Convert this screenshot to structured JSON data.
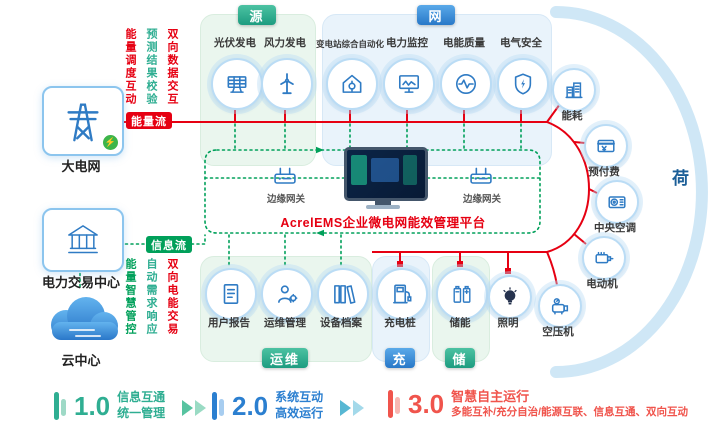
{
  "title": "AcrelEMS企业微电网能效管理平台",
  "colors": {
    "energy_flow": "#e60012",
    "info_flow": "#00a05a",
    "source_green": "#1d9c80",
    "grid_blue": "#2878c8",
    "load_blue": "#1b5e97"
  },
  "flows": {
    "energy": "能量流",
    "info": "信息流"
  },
  "icons": {
    "bolt": "⚡"
  },
  "left": {
    "main_grid": "大电网",
    "trade_center": "电力交易中心",
    "cloud_center": "云中心"
  },
  "annotations": {
    "top": [
      "双向数据交互",
      "预测结果校验",
      "能量调度互动"
    ],
    "bottom": [
      "双向电能交易",
      "自动需求响应",
      "能量智慧管控"
    ]
  },
  "panels": {
    "source": {
      "title": "源",
      "items": [
        "光伏发电",
        "风力发电"
      ]
    },
    "grid": {
      "title": "网",
      "items": [
        "变电站综合自动化",
        "电力监控",
        "电能质量",
        "电气安全"
      ]
    },
    "ops": {
      "title": "运维",
      "items": [
        "用户报告",
        "运维管理",
        "设备档案"
      ]
    },
    "charge": {
      "title": "充",
      "items": [
        "充电桩"
      ]
    },
    "storage": {
      "title": "储",
      "items": [
        "储能"
      ]
    }
  },
  "load": {
    "title": "荷",
    "items": [
      "能耗",
      "预付费",
      "中央空调",
      "电动机",
      "空压机",
      "照明"
    ]
  },
  "gateway": {
    "left": "边缘网关",
    "right": "边缘网关"
  },
  "legend": [
    {
      "version": "1.0",
      "line1": "信息互通",
      "line2": "统一管理"
    },
    {
      "version": "2.0",
      "line1": "系统互动",
      "line2": "高效运行"
    },
    {
      "version": "3.0",
      "line1": "智慧自主运行",
      "line2": "多能互补/充分自治/能源互联、信息互通、双向互动"
    }
  ]
}
